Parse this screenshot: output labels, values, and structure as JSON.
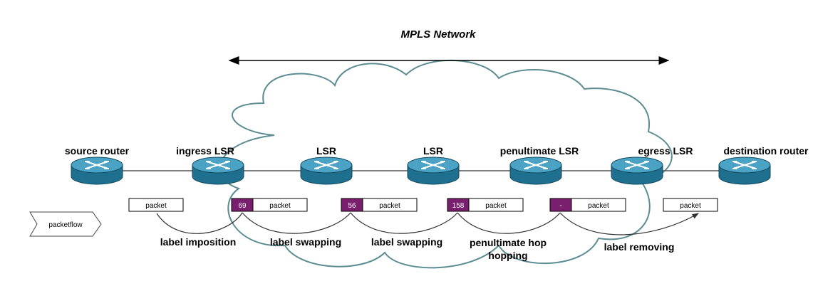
{
  "title": "MPLS Network",
  "routers": [
    {
      "label": "source router"
    },
    {
      "label": "ingress LSR"
    },
    {
      "label": "LSR"
    },
    {
      "label": "LSR"
    },
    {
      "label": "penultimate LSR"
    },
    {
      "label": "egress LSR"
    },
    {
      "label": "destination router"
    }
  ],
  "packet_text": "packet",
  "labels": [
    "69",
    "56",
    "158",
    "-"
  ],
  "operations": [
    {
      "lines": [
        "label imposition"
      ]
    },
    {
      "lines": [
        "label swapping"
      ]
    },
    {
      "lines": [
        "label swapping"
      ]
    },
    {
      "lines": [
        "penultimate hop",
        "hopping"
      ]
    },
    {
      "lines": [
        "label removing"
      ]
    }
  ],
  "packetflow_text": "packetflow",
  "colors": {
    "router_top": "#4aa3c4",
    "router_side": "#1f6f8f",
    "label_box": "#7a1f6e",
    "cloud_stroke": "#5b8c92",
    "line": "#555555"
  }
}
